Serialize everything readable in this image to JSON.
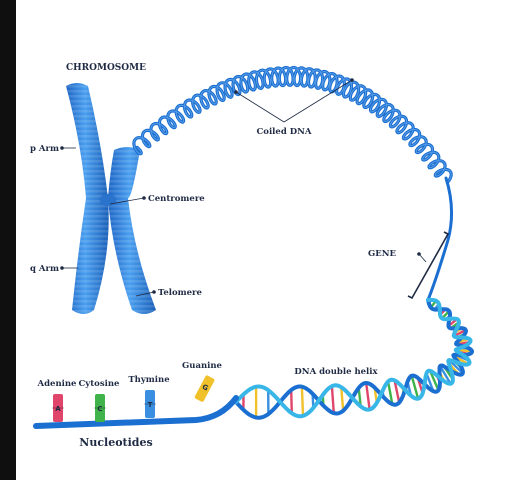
{
  "diagram": {
    "title": "CHROMOSOME",
    "labels": {
      "p_arm": "p Arm",
      "q_arm": "q Arm",
      "centromere": "Centromere",
      "telomere": "Telomere",
      "coiled_dna": "Coiled DNA",
      "gene": "GENE",
      "dna_double_helix": "DNA double helix",
      "nucleotides": "Nucleotides"
    },
    "bases": [
      {
        "name": "Adenine",
        "letter": "A",
        "color": "#e0456b"
      },
      {
        "name": "Cytosine",
        "letter": "C",
        "color": "#3fb24a"
      },
      {
        "name": "Thymine",
        "letter": "T",
        "color": "#3a8fe0"
      },
      {
        "name": "Guanine",
        "letter": "G",
        "color": "#f0c12a"
      }
    ],
    "colors": {
      "chromosome": "#2f7fd6",
      "strand": "#1b6fd1",
      "background": "#ffffff",
      "frame": "#0f0f10"
    }
  }
}
